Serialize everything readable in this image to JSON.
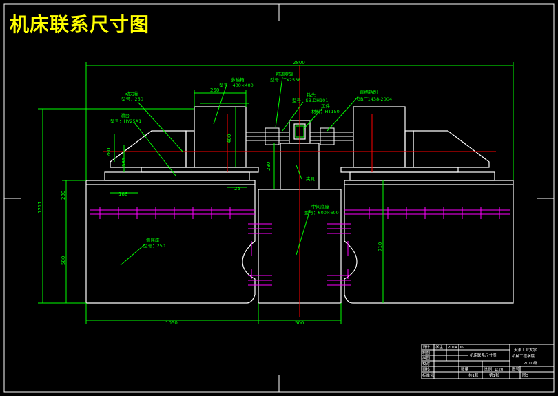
{
  "title": "机床联系尺寸图",
  "dimensions": {
    "total_width": "2800",
    "power_head_width": "250",
    "power_head_height": "400",
    "sliding_table_height": "280",
    "small_280": "280",
    "small_186": "186",
    "small_25": "25",
    "fixture_height": "280",
    "side_base_top": "230",
    "side_base_bottom": "580",
    "overall_height": "1211",
    "right_height": "710",
    "bottom_left": "1050",
    "bottom_center": "500",
    "small_585": "585"
  },
  "labels": {
    "spindle_box": "多轴箱",
    "spindle_box_model": "型号：400×400",
    "guide_shaft": "可调变辐",
    "guide_shaft_model": "型号：TX2538",
    "power_box": "动力箱",
    "power_box_model": "型号：250",
    "sliding_table": "滑台",
    "sliding_table_model": "型号：HY25A1",
    "tool_head": "钻头",
    "tool_head_model": "型号：SB.DH101",
    "workpiece": "工件",
    "workpiece_material": "材料：HT150",
    "drill_bush": "直柄钻削",
    "drill_bush_model": "GB/T1438-2004",
    "fixture": "夹具",
    "center_base": "中间底座",
    "center_base_model": "型号：600×600",
    "side_base": "侧底座",
    "side_base_model": "型号：250"
  },
  "title_block": {
    "rows": [
      "设计",
      "制图",
      "描图",
      "校对",
      "审核",
      "标准化"
    ],
    "drawing_name": "机床联系尺寸图",
    "school_line1": "天津工业大学",
    "school_line2": "机械工程学院",
    "class_code": "2010级",
    "scale_label": "比例",
    "scale_value": "1:20",
    "material_label": "数量",
    "sheet_label": "图号",
    "sheet_value": "图3",
    "weight_label": "共1张",
    "page_label": "第1张",
    "designer": "学生",
    "date": "2014.06"
  },
  "colors": {
    "background": "#000000",
    "outline": "#ffffff",
    "dimension": "#00ff00",
    "centerline": "#ff0000",
    "accent": "#ff00ff",
    "title": "#ffff00"
  }
}
